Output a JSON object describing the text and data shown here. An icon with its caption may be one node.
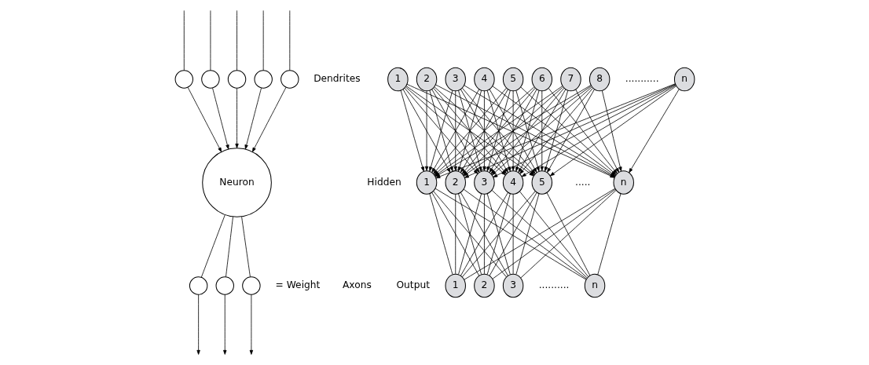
{
  "diagram": {
    "nodes": [
      {
        "text": [],
        "shape": "circle"
      },
      {
        "text": [],
        "shape": "circle"
      },
      {
        "text": [],
        "shape": "circle"
      },
      {
        "text": [],
        "shape": "circle"
      },
      {
        "text": [],
        "shape": "circle"
      },
      {
        "text": [
          "Neuron"
        ]
      },
      {
        "text": [],
        "shape": "circle"
      },
      {
        "text": [],
        "shape": "circle"
      },
      {
        "text": [],
        "shape": "circle"
      },
      {
        "text": [
          "1"
        ]
      },
      {
        "text": [
          "2"
        ]
      },
      {
        "text": [
          "3"
        ]
      },
      {
        "text": [
          "4"
        ]
      },
      {
        "text": [
          "5"
        ]
      },
      {
        "text": [
          "6"
        ]
      },
      {
        "text": [
          "7"
        ]
      },
      {
        "text": [
          "8"
        ]
      },
      {
        "text": [
          "n"
        ]
      },
      {
        "text": [
          "1"
        ]
      },
      {
        "text": [
          "2"
        ]
      },
      {
        "text": [
          "3"
        ]
      },
      {
        "text": [
          "4"
        ]
      },
      {
        "text": [
          "5"
        ]
      },
      {
        "text": [
          "n"
        ]
      },
      {
        "text": [
          "1"
        ]
      },
      {
        "text": [
          "2"
        ]
      },
      {
        "text": [
          "3"
        ]
      },
      {
        "text": [
          "n"
        ]
      }
    ],
    "edges": [
      {
        "from": null,
        "to": 0,
        "arrow": "none"
      },
      {
        "from": null,
        "to": 1,
        "arrow": "none"
      },
      {
        "from": null,
        "to": 2,
        "arrow": "none"
      },
      {
        "from": null,
        "to": 3,
        "arrow": "none"
      },
      {
        "from": null,
        "to": 4,
        "arrow": "none"
      },
      {
        "from": 0,
        "to": 5,
        "arrow": "to"
      },
      {
        "from": 1,
        "to": 5,
        "arrow": "to"
      },
      {
        "from": 2,
        "to": 5,
        "arrow": "to"
      },
      {
        "from": 3,
        "to": 5,
        "arrow": "to"
      },
      {
        "from": 4,
        "to": 5,
        "arrow": "to"
      },
      {
        "from": 5,
        "to": 6,
        "arrow": "none"
      },
      {
        "from": 5,
        "to": 7,
        "arrow": "none"
      },
      {
        "from": 5,
        "to": 8,
        "arrow": "none"
      },
      {
        "from": 6,
        "to": null,
        "arrow": "to"
      },
      {
        "from": 7,
        "to": null,
        "arrow": "to"
      },
      {
        "from": 8,
        "to": null,
        "arrow": "to"
      },
      {
        "from": 9,
        "to": 18,
        "arrow": "to"
      },
      {
        "from": 9,
        "to": 19,
        "arrow": "to"
      },
      {
        "from": 9,
        "to": 20,
        "arrow": "to"
      },
      {
        "from": 9,
        "to": 21,
        "arrow": "to"
      },
      {
        "from": 9,
        "to": 22,
        "arrow": "to"
      },
      {
        "from": 9,
        "to": 23,
        "arrow": "to"
      },
      {
        "from": 10,
        "to": 18,
        "arrow": "to"
      },
      {
        "from": 10,
        "to": 19,
        "arrow": "to"
      },
      {
        "from": 10,
        "to": 20,
        "arrow": "to"
      },
      {
        "from": 10,
        "to": 21,
        "arrow": "to"
      },
      {
        "from": 10,
        "to": 22,
        "arrow": "to"
      },
      {
        "from": 10,
        "to": 23,
        "arrow": "to"
      },
      {
        "from": 11,
        "to": 18,
        "arrow": "to"
      },
      {
        "from": 11,
        "to": 19,
        "arrow": "to"
      },
      {
        "from": 11,
        "to": 20,
        "arrow": "to"
      },
      {
        "from": 11,
        "to": 21,
        "arrow": "to"
      },
      {
        "from": 11,
        "to": 22,
        "arrow": "to"
      },
      {
        "from": 11,
        "to": 23,
        "arrow": "to"
      },
      {
        "from": 12,
        "to": 18,
        "arrow": "to"
      },
      {
        "from": 12,
        "to": 19,
        "arrow": "to"
      },
      {
        "from": 12,
        "to": 20,
        "arrow": "to"
      },
      {
        "from": 12,
        "to": 21,
        "arrow": "to"
      },
      {
        "from": 12,
        "to": 22,
        "arrow": "to"
      },
      {
        "from": 12,
        "to": 23,
        "arrow": "to"
      },
      {
        "from": 13,
        "to": 18,
        "arrow": "to"
      },
      {
        "from": 13,
        "to": 19,
        "arrow": "to"
      },
      {
        "from": 13,
        "to": 20,
        "arrow": "to"
      },
      {
        "from": 13,
        "to": 21,
        "arrow": "to"
      },
      {
        "from": 13,
        "to": 22,
        "arrow": "to"
      },
      {
        "from": 13,
        "to": 23,
        "arrow": "to"
      },
      {
        "from": 14,
        "to": 18,
        "arrow": "to"
      },
      {
        "from": 14,
        "to": 19,
        "arrow": "to"
      },
      {
        "from": 14,
        "to": 20,
        "arrow": "to"
      },
      {
        "from": 14,
        "to": 21,
        "arrow": "to"
      },
      {
        "from": 14,
        "to": 22,
        "arrow": "to"
      },
      {
        "from": 14,
        "to": 23,
        "arrow": "to"
      },
      {
        "from": 15,
        "to": 18,
        "arrow": "to"
      },
      {
        "from": 15,
        "to": 19,
        "arrow": "to"
      },
      {
        "from": 15,
        "to": 20,
        "arrow": "to"
      },
      {
        "from": 15,
        "to": 21,
        "arrow": "to"
      },
      {
        "from": 15,
        "to": 22,
        "arrow": "to"
      },
      {
        "from": 15,
        "to": 23,
        "arrow": "to"
      },
      {
        "from": 16,
        "to": 18,
        "arrow": "to"
      },
      {
        "from": 16,
        "to": 19,
        "arrow": "to"
      },
      {
        "from": 16,
        "to": 20,
        "arrow": "to"
      },
      {
        "from": 16,
        "to": 21,
        "arrow": "to"
      },
      {
        "from": 16,
        "to": 22,
        "arrow": "to"
      },
      {
        "from": 16,
        "to": 23,
        "arrow": "to"
      },
      {
        "from": 17,
        "to": 18,
        "arrow": "to"
      },
      {
        "from": 17,
        "to": 19,
        "arrow": "to"
      },
      {
        "from": 17,
        "to": 20,
        "arrow": "to"
      },
      {
        "from": 17,
        "to": 21,
        "arrow": "to"
      },
      {
        "from": 17,
        "to": 22,
        "arrow": "to"
      },
      {
        "from": 17,
        "to": 23,
        "arrow": "to"
      },
      {
        "from": 18,
        "to": 24,
        "arrow": "none"
      },
      {
        "from": 18,
        "to": 25,
        "arrow": "none"
      },
      {
        "from": 18,
        "to": 26,
        "arrow": "none"
      },
      {
        "from": 18,
        "to": 27,
        "arrow": "none"
      },
      {
        "from": 19,
        "to": 24,
        "arrow": "none"
      },
      {
        "from": 19,
        "to": 25,
        "arrow": "none"
      },
      {
        "from": 19,
        "to": 26,
        "arrow": "none"
      },
      {
        "from": 19,
        "to": 27,
        "arrow": "none"
      },
      {
        "from": 20,
        "to": 24,
        "arrow": "none"
      },
      {
        "from": 20,
        "to": 25,
        "arrow": "none"
      },
      {
        "from": 20,
        "to": 26,
        "arrow": "none"
      },
      {
        "from": 20,
        "to": 27,
        "arrow": "none"
      },
      {
        "from": 21,
        "to": 24,
        "arrow": "none"
      },
      {
        "from": 21,
        "to": 25,
        "arrow": "none"
      },
      {
        "from": 21,
        "to": 26,
        "arrow": "none"
      },
      {
        "from": 21,
        "to": 27,
        "arrow": "none"
      },
      {
        "from": 22,
        "to": 24,
        "arrow": "none"
      },
      {
        "from": 22,
        "to": 25,
        "arrow": "none"
      },
      {
        "from": 22,
        "to": 26,
        "arrow": "none"
      },
      {
        "from": 22,
        "to": 27,
        "arrow": "none"
      },
      {
        "from": 23,
        "to": 24,
        "arrow": "none"
      },
      {
        "from": 23,
        "to": 25,
        "arrow": "none"
      },
      {
        "from": 23,
        "to": 26,
        "arrow": "none"
      },
      {
        "from": 23,
        "to": 27,
        "arrow": "none"
      }
    ],
    "labels": [
      "Dendrites",
      "Axons",
      "...........",
      "Hidden",
      ".....",
      "Output",
      ".........."
    ],
    "legend": [
      {
        "text": "= Weight"
      }
    ]
  }
}
